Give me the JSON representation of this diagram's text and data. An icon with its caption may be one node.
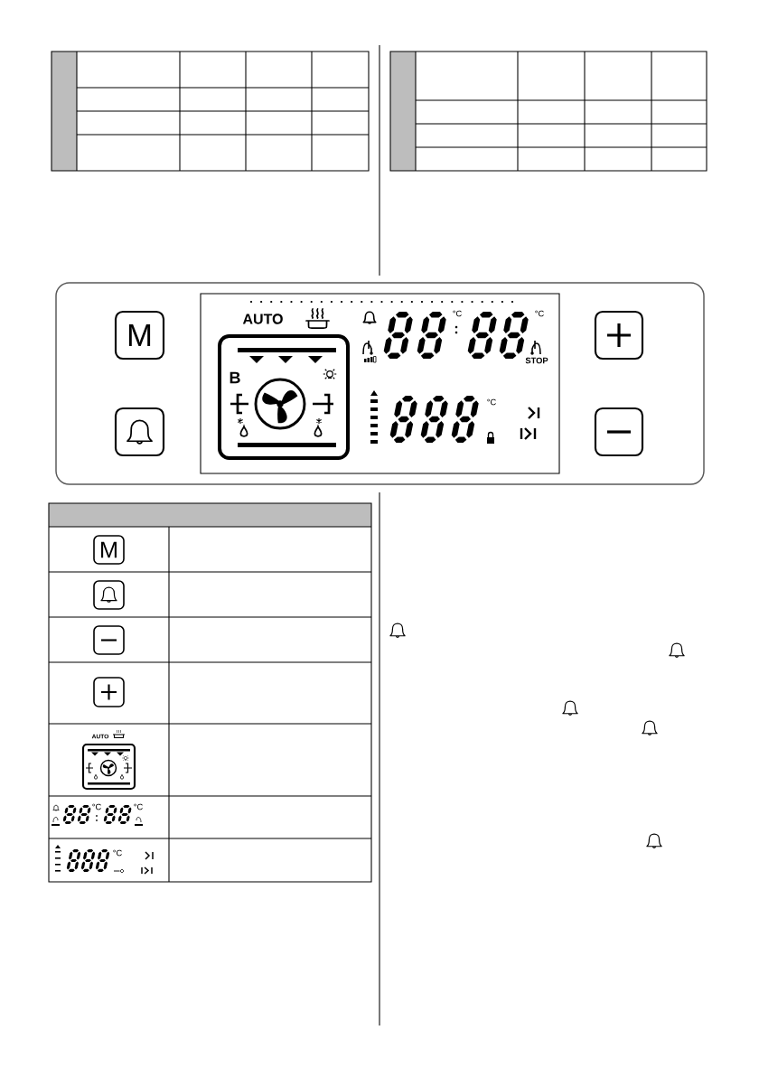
{
  "diagram": {
    "nodes": [
      {
        "text": [],
        "shape": "box"
      },
      {
        "text": [
          "M"
        ],
        "in": 0
      },
      {
        "text": [
          "AUTO",
          "°C",
          "°C",
          "STOP",
          "°C"
        ],
        "in": 0
      },
      {
        "text": [
          "B"
        ],
        "in": 2
      },
      {
        "text": [],
        "shape": "box",
        "in": 0
      },
      {
        "text": [],
        "shape": "box",
        "in": 0
      },
      {
        "text": [],
        "shape": "box",
        "in": 0
      },
      {
        "text": [
          "M"
        ]
      },
      {
        "text": [],
        "shape": "box"
      },
      {
        "text": [],
        "shape": "box"
      },
      {
        "text": [],
        "shape": "box"
      },
      {
        "text": [],
        "shape": "box"
      }
    ],
    "labels": [
      "AUTO",
      "°C",
      "°C",
      "°C"
    ]
  }
}
